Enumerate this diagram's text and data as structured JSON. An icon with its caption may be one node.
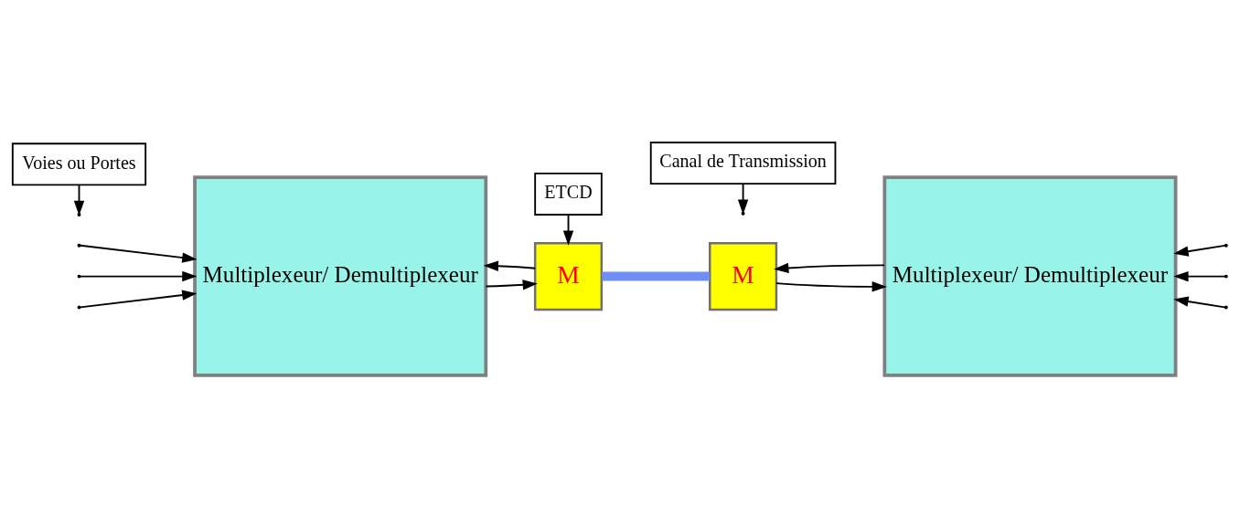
{
  "diagram": {
    "nodes": [
      {
        "text": [
          "Multiplexeur/ Demultiplexeur"
        ]
      },
      {
        "text": [
          "M"
        ]
      },
      {
        "text": [
          "M"
        ]
      },
      {
        "text": [
          "Multiplexeur/ Demultiplexeur"
        ]
      },
      {
        "text": [
          "Voies ou Portes"
        ]
      },
      {
        "text": [
          "ETCD"
        ]
      },
      {
        "text": [
          "Canal de Transmission"
        ]
      }
    ],
    "edges": [
      {
        "from": null,
        "to": 0,
        "arrow": "to"
      },
      {
        "from": null,
        "to": 0,
        "arrow": "to"
      },
      {
        "from": null,
        "to": 0,
        "arrow": "to"
      },
      {
        "from": 0,
        "to": 1,
        "arrow": "to"
      },
      {
        "from": 1,
        "to": 0,
        "arrow": "to"
      },
      {
        "from": 1,
        "to": 2,
        "arrow": "none",
        "style": "thick",
        "color": "#6f8ff5"
      },
      {
        "from": 2,
        "to": 3,
        "arrow": "to"
      },
      {
        "from": 3,
        "to": 2,
        "arrow": "to"
      },
      {
        "from": null,
        "to": 3,
        "arrow": "to"
      },
      {
        "from": null,
        "to": 3,
        "arrow": "to"
      },
      {
        "from": null,
        "to": 3,
        "arrow": "to"
      },
      {
        "from": 4,
        "to": null,
        "arrow": "to"
      },
      {
        "from": 5,
        "to": 1,
        "arrow": "to"
      },
      {
        "from": 6,
        "to": null,
        "arrow": "to"
      }
    ]
  }
}
